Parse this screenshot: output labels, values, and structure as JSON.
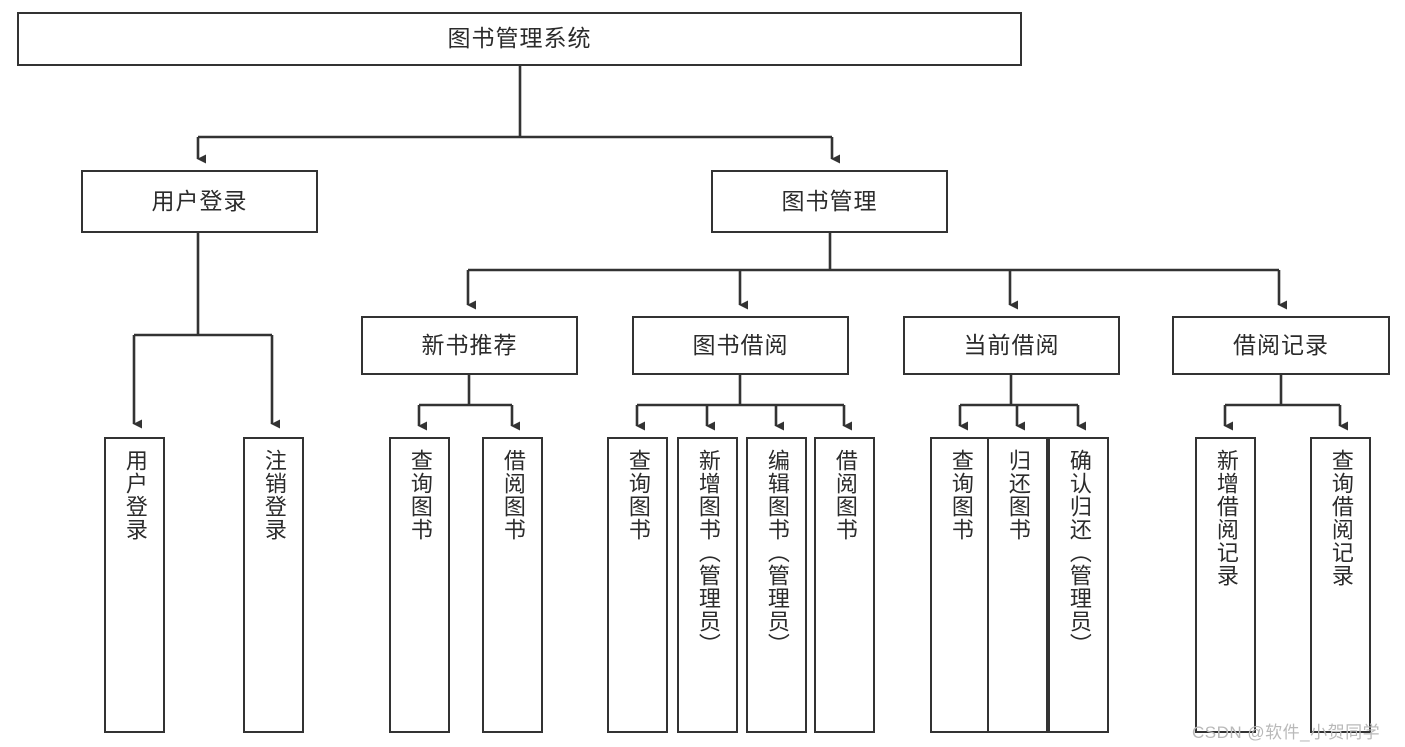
{
  "diagram": {
    "title_node": {
      "label": "图书管理系统"
    },
    "level2": [
      {
        "id": "user-login",
        "label": "用户登录"
      },
      {
        "id": "book-manage",
        "label": "图书管理"
      }
    ],
    "level3": [
      {
        "id": "new-book-recommend",
        "label": "新书推荐"
      },
      {
        "id": "book-borrow",
        "label": "图书借阅"
      },
      {
        "id": "current-borrow",
        "label": "当前借阅"
      },
      {
        "id": "borrow-record",
        "label": "借阅记录"
      }
    ],
    "leaves": [
      {
        "id": "leaf-user-login",
        "label": "用户登录"
      },
      {
        "id": "leaf-logout-login",
        "label": "注销登录"
      },
      {
        "id": "leaf-query-book-1",
        "label": "查询图书"
      },
      {
        "id": "leaf-borrow-book-1",
        "label": "借阅图书"
      },
      {
        "id": "leaf-query-book-2",
        "label": "查询图书"
      },
      {
        "id": "leaf-add-book-admin",
        "label": "新增图书（管理员）"
      },
      {
        "id": "leaf-edit-book-admin",
        "label": "编辑图书（管理员）"
      },
      {
        "id": "leaf-borrow-book-2",
        "label": "借阅图书"
      },
      {
        "id": "leaf-query-book-3",
        "label": "查询图书"
      },
      {
        "id": "leaf-return-book",
        "label": "归还图书"
      },
      {
        "id": "leaf-confirm-return-admin",
        "label": "确认归还（管理员）"
      },
      {
        "id": "leaf-add-borrow-record",
        "label": "新增借阅记录"
      },
      {
        "id": "leaf-query-borrow-record",
        "label": "查询借阅记录"
      }
    ],
    "watermark": {
      "text": "CSDN @软件_小贺同学"
    },
    "colors": {
      "stroke": "#333333",
      "text": "#2b2b2b",
      "background": "#ffffff",
      "watermark": "#b9b9b9"
    }
  }
}
